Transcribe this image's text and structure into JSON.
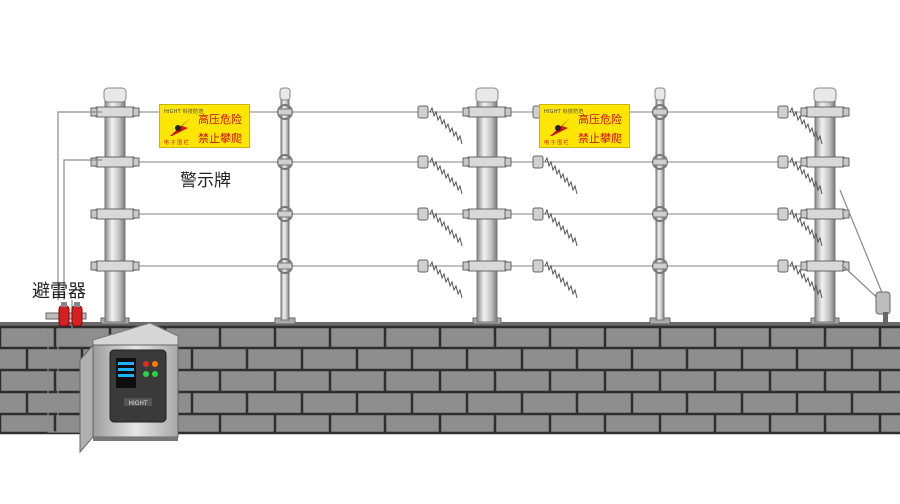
{
  "labels": {
    "warning_sign": "警示牌",
    "lightning_arrester": "避雷器"
  },
  "signs": [
    {
      "brand": "HIGHT 科技防范",
      "line1": "高压危险",
      "line2": "禁止攀爬",
      "sub": "电 子 围 栏"
    },
    {
      "brand": "HIGHT 科技防范",
      "line1": "高压危险",
      "line2": "禁止攀爬",
      "sub": "电 子 围 栏"
    }
  ],
  "controller": {
    "brand": "HIGHT"
  },
  "colors": {
    "sign_bg": "#ffe600",
    "sign_text": "#d0101a",
    "wall": "#8c8c8c",
    "mortar": "#3a3a3a",
    "post": "#b8b8b8",
    "arrester": "#d42020"
  }
}
